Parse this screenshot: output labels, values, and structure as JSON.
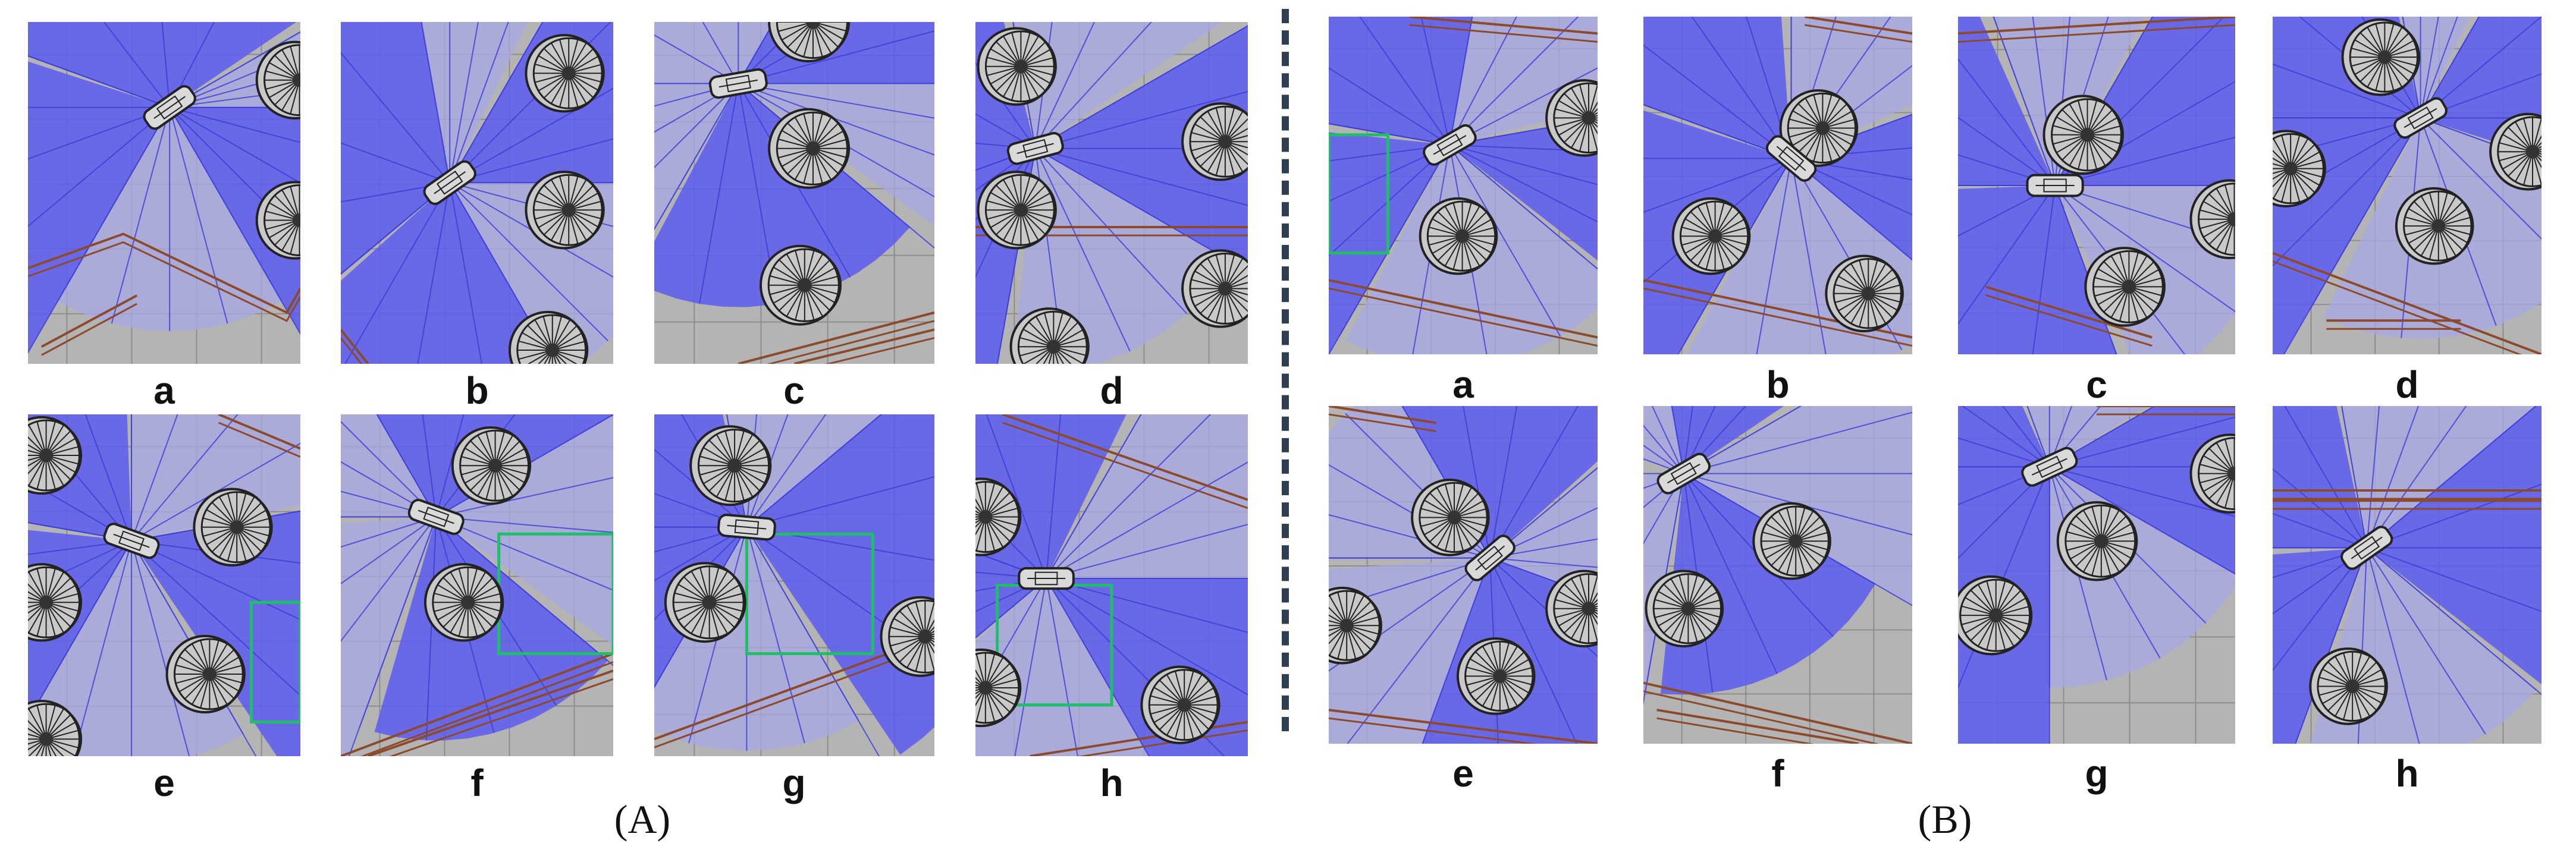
{
  "groups": [
    {
      "label": "(A)",
      "panels": [
        {
          "label": "a"
        },
        {
          "label": "b"
        },
        {
          "label": "c"
        },
        {
          "label": "d"
        },
        {
          "label": "e"
        },
        {
          "label": "f"
        },
        {
          "label": "g"
        },
        {
          "label": "h"
        }
      ]
    },
    {
      "label": "(B)",
      "panels": [
        {
          "label": "a"
        },
        {
          "label": "b"
        },
        {
          "label": "c"
        },
        {
          "label": "d"
        },
        {
          "label": "e"
        },
        {
          "label": "f"
        },
        {
          "label": "g"
        },
        {
          "label": "h"
        }
      ]
    }
  ],
  "colors": {
    "background": "#b4b4b4",
    "grid": "#8d8d8d",
    "ray_dark": "#5c5cf0",
    "ray_light": "#a8a8e6",
    "obstacle_outline": "#222222",
    "wall": "#8b4a2b",
    "box": "#1fbf6a",
    "divider": "#2e3f52"
  }
}
